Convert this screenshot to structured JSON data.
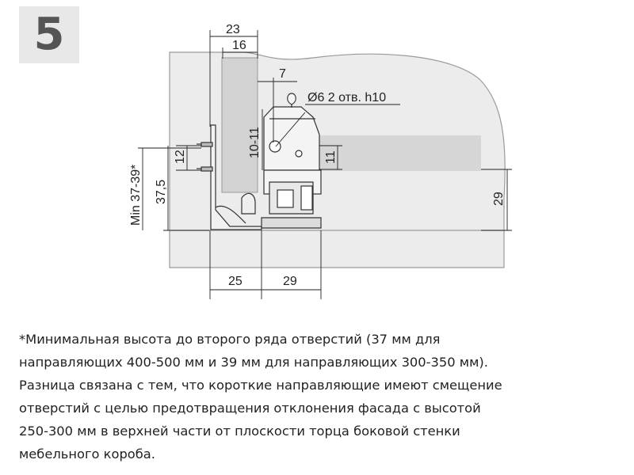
{
  "step": "5",
  "dimensions": {
    "d23": "23",
    "d16": "16",
    "d7": "7",
    "hole": "Ø6  2 отв. h10",
    "d10_11": "10-11",
    "d11": "11",
    "d12": "12",
    "d37_5": "37,5",
    "dmin": "Min 37-39*",
    "d29_right": "29",
    "d25": "25",
    "d29_bottom": "29"
  },
  "note": {
    "line1": "*Минимальная высота до второго ряда отверстий (37 мм для",
    "line2": "направляющих 400-500 мм и 39 мм для направляющих 300-350 мм).",
    "line3": "Разница связана с тем, что короткие направляющие имеют смещение",
    "line4": "отверстий с целью предотвращения отклонения фасада с высотой",
    "line5": "250-300 мм в верхней части от плоскости торца боковой стенки",
    "line6": "мебельного короба."
  },
  "colors": {
    "panel": "#ececec",
    "strip": "#d6d6d6",
    "outline": "#9a9a9a",
    "line": "#222222"
  }
}
